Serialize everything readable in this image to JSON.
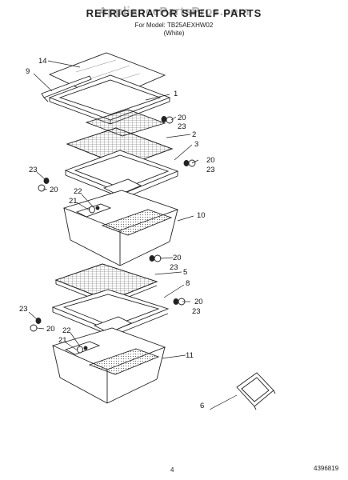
{
  "header": {
    "watermark": "AppliancePartsPros.com",
    "title": "REFRIGERATOR SHELF PARTS",
    "model_line": "For Model: TB25AEXHW02",
    "color_line": "(White)"
  },
  "callouts": {
    "c14": "14",
    "c9": "9",
    "c1": "1",
    "c20a": "20",
    "c23a": "23",
    "c2": "2",
    "c3": "3",
    "c20b": "20",
    "c23b": "23",
    "c23c": "23",
    "c20c": "20",
    "c22a": "22",
    "c21a": "21",
    "c10": "10",
    "c20d": "20",
    "c23d": "23",
    "c5": "5",
    "c8": "8",
    "c20e": "20",
    "c23e": "23",
    "c23f": "23",
    "c20f": "20",
    "c22b": "22",
    "c21b": "21",
    "c11": "11",
    "c6": "6"
  },
  "footer": {
    "page_number": "4",
    "document_number": "4396819"
  }
}
